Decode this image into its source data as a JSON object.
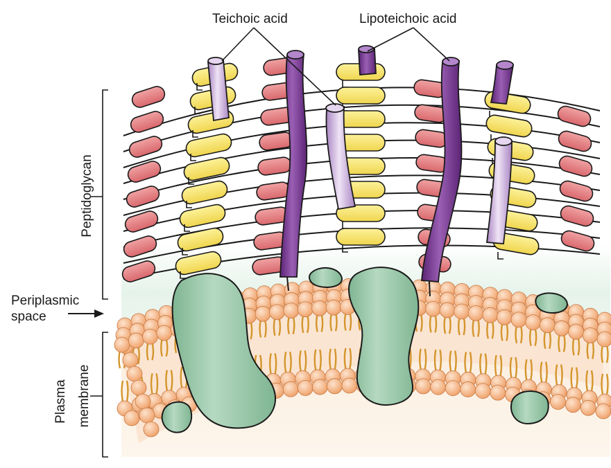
{
  "labels": {
    "teichoic_acid": "Teichoic acid",
    "lipoteichoic_acid": "Lipoteichoic acid",
    "peptidoglycan": "Peptidoglycan",
    "periplasmic_line1": "Periplasmic",
    "periplasmic_line2": "space",
    "plasma_line1": "Plasma",
    "plasma_line2": "membrane"
  },
  "colors": {
    "nag_red": "#e07a7e",
    "nam_yellow": "#f7e36a",
    "teichoic_light": "#c9aede",
    "lipoteichoic_dark": "#7e3f98",
    "protein_green": "#93c4a4",
    "phospholipid_head": "#f5b98a",
    "lipid_tail": "#e0a23a",
    "membrane_bg": "#fce8d8",
    "periplasm_bg": "#e8f4ec"
  }
}
